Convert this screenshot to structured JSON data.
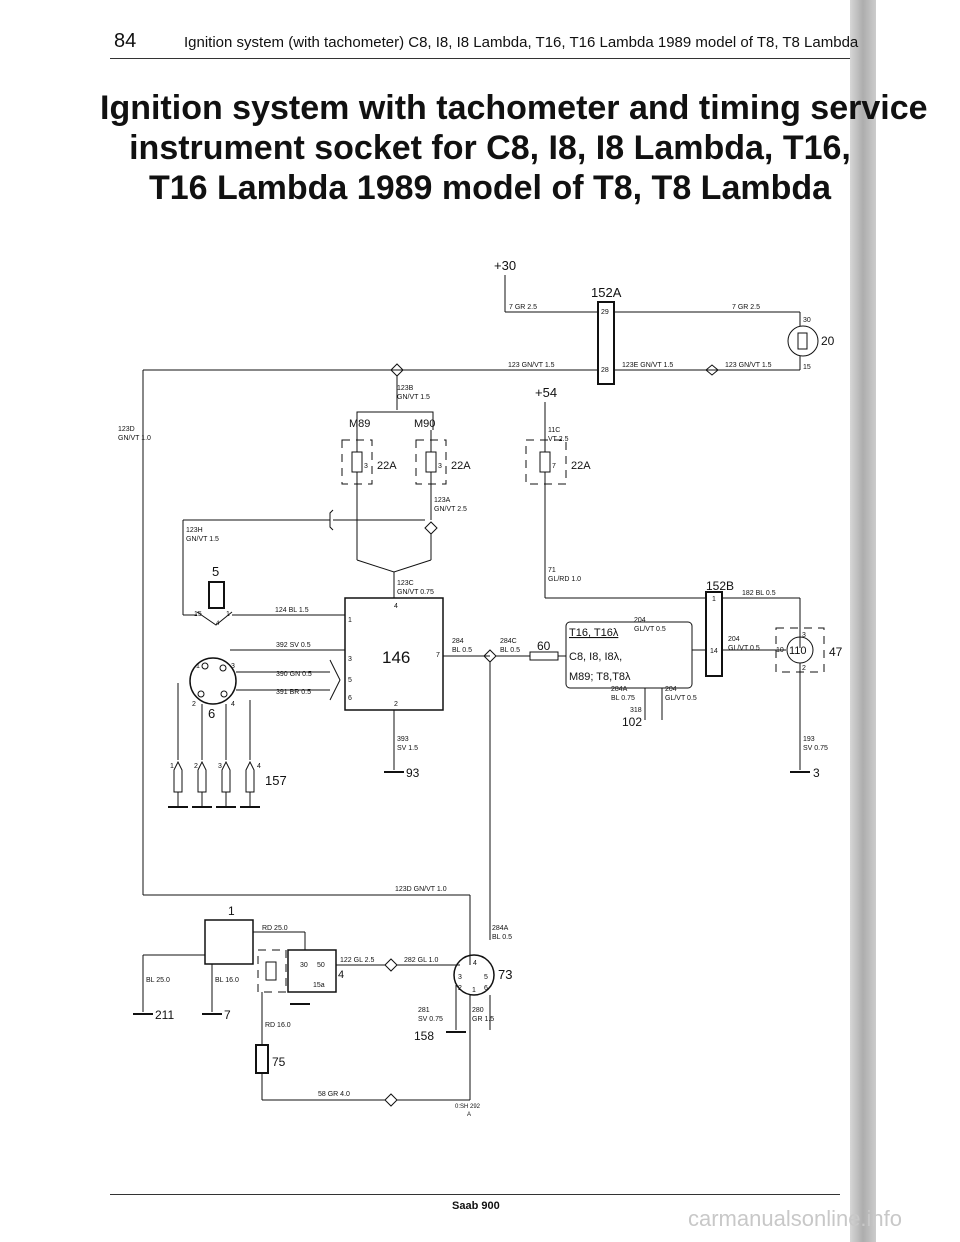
{
  "header": {
    "page_number": "84",
    "text": "Ignition system (with tachometer) C8, I8, I8 Lambda, T16, T16 Lambda 1989 model of T8, T8 Lambda"
  },
  "title": {
    "line1": "Ignition system with tachometer and timing service",
    "line2": "instrument socket for C8, I8, I8 Lambda, T16,",
    "line3": "T16 Lambda 1989 model of T8, T8 Lambda"
  },
  "diagram": {
    "plus30": "+30",
    "plus54": "+54",
    "c152a": "152A",
    "c152b": "152B",
    "w7gr25a": "7 GR 2.5",
    "w7gr25b": "7 GR 2.5",
    "pin29": "29",
    "pin28": "28",
    "w123gnvt": "123 GN/VT 1.5",
    "w123e": "123E GN/VT 1.5",
    "w123": "123 GN/VT 1.5",
    "sw_pin30": "30",
    "sw_pin15": "15",
    "switch20": "20",
    "w123b_id": "123B",
    "w123b_spec": "GN/VT 1.5",
    "w123d_id": "123D",
    "w123d_spec": "GN/VT 1.0",
    "m89": "M89",
    "m90": "M90",
    "fuse3a": "3",
    "fuse3b": "3",
    "fuse7": "7",
    "c22a_1": "22A",
    "c22a_2": "22A",
    "c22a_3": "22A",
    "w11c_id": "11C",
    "w11c_spec": "VT 2.5",
    "w123a_id": "123A",
    "w123a_spec": "GN/VT 2.5",
    "w123h_id": "123H",
    "w123h_spec": "GN/VT 1.5",
    "c5": "5",
    "w71_id": "71",
    "w71_spec": "GL/RD 1.0",
    "w123c_id": "123C",
    "w123c_spec": "GN/VT 0.75",
    "p15": "15",
    "p1a": "1",
    "p4a": "4",
    "w124": "124 BL 1.5",
    "w392": "392 SV 0.5",
    "w390": "390 GN 0.5",
    "w391": "391 BR 0.5",
    "c146": "146",
    "p146_1": "1",
    "p146_3": "3",
    "p146_4": "4",
    "p146_5": "5",
    "p146_6": "6",
    "p146_2": "2",
    "p146_7": "7",
    "w284_id": "284",
    "w284_spec": "BL 0.5",
    "w284c_id": "284C",
    "w284c_spec": "BL 0.5",
    "c60": "60",
    "t16": "T16, T16λ",
    "c8": "C8, I8, I8λ,",
    "m89t8": "M89; T8,T8λ",
    "w204_id": "204",
    "w204_spec": "GL/VT 0.5",
    "w284a_id": "284A",
    "w284a_spec": "BL 0.75",
    "w204b_id": "204",
    "w204b_spec": "GL/VT 0.5",
    "c318": "318",
    "c102": "102",
    "w182": "182 BL 0.5",
    "w204c_id": "204",
    "w204c_spec": "GL/VT 0.5",
    "p152b_1": "1",
    "p152b_14": "14",
    "c110": "110",
    "c47": "47",
    "p110_3": "3",
    "p110_10": "10",
    "p110_2": "2",
    "w193_id": "193",
    "w193_spec": "SV 0.75",
    "gnd3": "3",
    "c6": "6",
    "dist1": "1",
    "dist2": "2",
    "dist3": "3",
    "dist4": "4",
    "plug1": "1",
    "plug2": "2",
    "plug3": "3",
    "plug4": "4",
    "c157": "157",
    "w393_id": "393",
    "w393_spec": "SV 1.5",
    "gnd93": "93",
    "w123d_bottom": "123D GN/VT 1.0",
    "c1": "1",
    "w_rd25": "RD 25.0",
    "w_bl25": "BL 25.0",
    "w_bl16": "BL 16.0",
    "gnd211": "211",
    "gnd7": "7",
    "st30": "30",
    "st50": "50",
    "st15a": "15a",
    "st4": "4",
    "w122": "122 GL 2.5",
    "w282": "282 GL 1.0",
    "w_rd16": "RD 16.0",
    "c75": "75",
    "w58": "58 GR 4.0",
    "w284a2_id": "284A",
    "w284a2_spec": "BL 0.5",
    "c73": "73",
    "w281_id": "281",
    "w281_spec": "SV 0.75",
    "w280_id": "280",
    "w280_spec": "GR 1.5",
    "gnd158": "158",
    "p73_3": "3",
    "p73_4": "4",
    "p73_5": "5",
    "p73_2": "2",
    "p73_1": "1",
    "p73_6": "6",
    "drawing_ref": "0:SH 292",
    "drawing_ref2": "A"
  },
  "footer": {
    "text": "Saab 900",
    "watermark": "carmanualsonline.info"
  }
}
